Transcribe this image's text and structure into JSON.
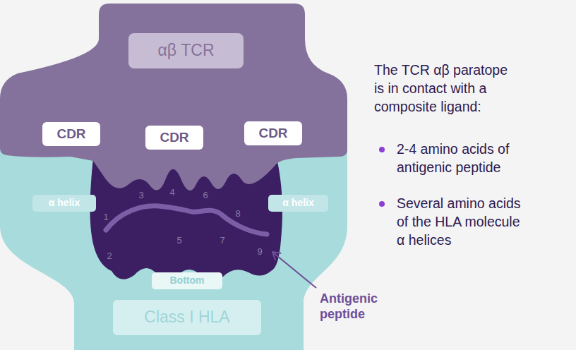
{
  "diagram": {
    "nodes": [
      {
        "text": [
          "αβ TCR"
        ]
      },
      {
        "text": [
          "CDR"
        ]
      },
      {
        "text": [
          "CDR"
        ]
      },
      {
        "text": [
          "CDR"
        ]
      },
      {
        "text": [
          "α helix"
        ]
      },
      {
        "text": [
          "α helix"
        ]
      },
      {
        "text": [
          "Bottom"
        ]
      },
      {
        "text": [
          "Class I HLA"
        ]
      }
    ],
    "labels": [
      "1",
      "2",
      "3",
      "4",
      "5",
      "6",
      "7",
      "8",
      "9",
      "Antigenic peptide",
      "The TCR αβ paratope is in contact with a composite ligand:",
      "2-4 amino acids of antigenic peptide",
      "Several amino acids of the HLA molecule α helices"
    ]
  }
}
